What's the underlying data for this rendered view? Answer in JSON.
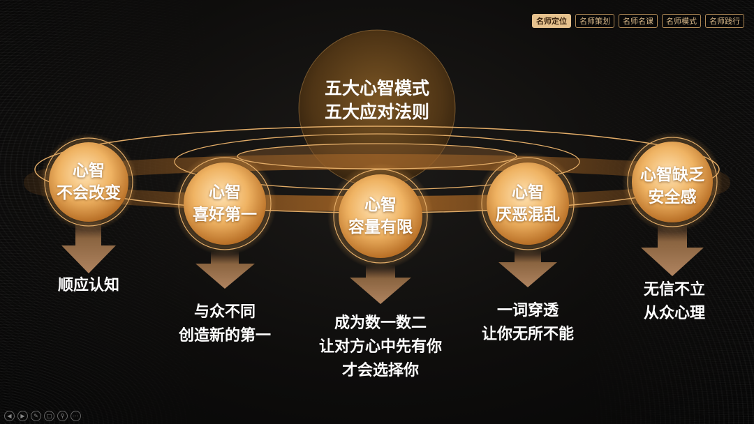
{
  "tabs": [
    {
      "label": "名师定位",
      "active": true
    },
    {
      "label": "名师策划",
      "active": false
    },
    {
      "label": "名师名课",
      "active": false
    },
    {
      "label": "名师模式",
      "active": false
    },
    {
      "label": "名师践行",
      "active": false
    }
  ],
  "center": {
    "line1": "五大心智模式",
    "line2": "五大应对法则"
  },
  "nodes": [
    {
      "line1": "心智",
      "line2": "不会改变",
      "desc": [
        "顺应认知"
      ]
    },
    {
      "line1": "心智",
      "line2": "喜好第一",
      "desc": [
        "与众不同",
        "创造新的第一"
      ]
    },
    {
      "line1": "心智",
      "line2": "容量有限",
      "desc": [
        "成为数一数二",
        "让对方心中先有你",
        "才会选择你"
      ]
    },
    {
      "line1": "心智",
      "line2": "厌恶混乱",
      "desc": [
        "一词穿透",
        "让你无所不能"
      ]
    },
    {
      "line1": "心智缺乏",
      "line2": "安全感",
      "desc": [
        "无信不立",
        "从众心理"
      ]
    }
  ],
  "colors": {
    "accent": "#e6a552",
    "accent_light": "#ffd9a0",
    "tab_active_bg": "#e6c28e"
  },
  "controls": [
    "prev-icon",
    "next-icon",
    "pen-icon",
    "slides-icon",
    "zoom-icon",
    "more-icon"
  ]
}
